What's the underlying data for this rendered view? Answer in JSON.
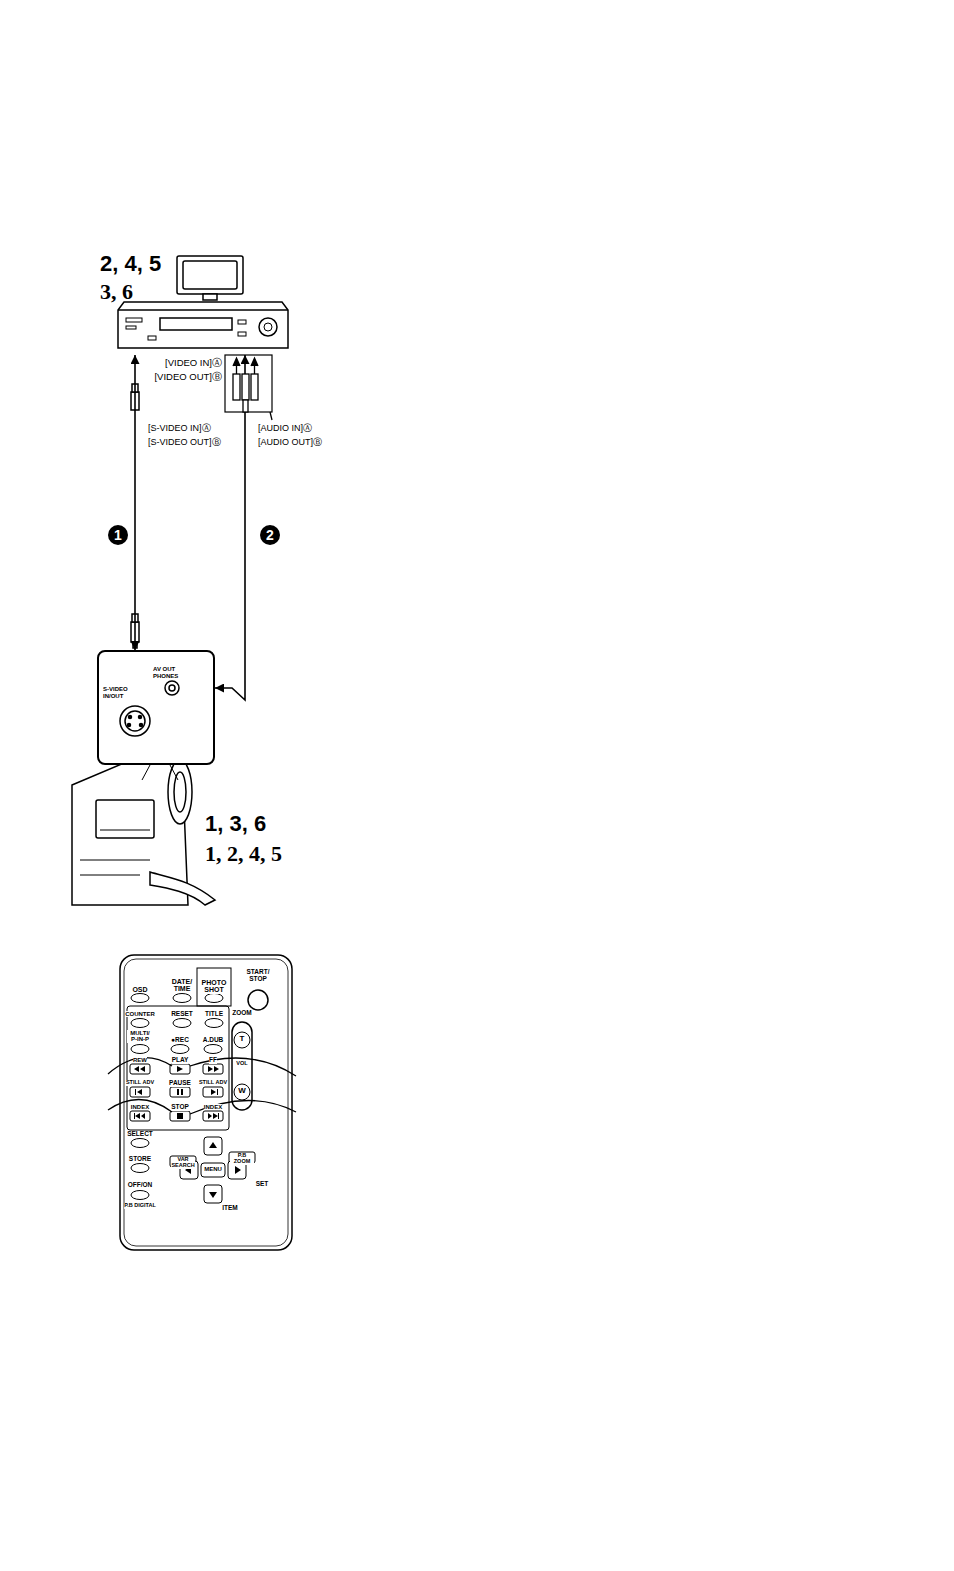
{
  "diagram": {
    "nodes": [
      {
        "text": [
          "2, 4, 5",
          "3, 6"
        ]
      },
      {
        "text": [
          "S-VIDEO IN/OUT",
          "AV OUT PHONES"
        ]
      }
    ],
    "edges": [
      {
        "from": 1,
        "to": 0,
        "arrow": "both",
        "label": "1"
      },
      {
        "from": 1,
        "to": 0,
        "arrow": "both",
        "label": "2"
      }
    ],
    "labels": [
      "[VIDEO IN]Ⓐ",
      "[VIDEO OUT]Ⓑ",
      "[S-VIDEO IN]Ⓐ",
      "[S-VIDEO OUT]Ⓑ",
      "[AUDIO IN]Ⓐ",
      "[AUDIO OUT]Ⓑ",
      "1, 3, 6",
      "1, 2, 4, 5",
      "OSD",
      "DATE/ TIME",
      "PHOTO SHOT",
      "START/ STOP",
      "COUNTER",
      "RESET",
      "TITLE",
      "ZOOM",
      "T",
      "W",
      "VOL",
      "MULTI/ P-IN-P",
      "●REC",
      "A.DUB",
      "REW",
      "PLAY",
      "FF",
      "STILL ADV",
      "PAUSE",
      "STILL ADV",
      "INDEX",
      "STOP",
      "INDEX",
      "SELECT",
      "VAR SEARCH",
      "P.B ZOOM",
      "STORE",
      "MENU",
      "SET",
      "OFF/ON",
      "P.B DIGITAL",
      "ITEM"
    ]
  }
}
